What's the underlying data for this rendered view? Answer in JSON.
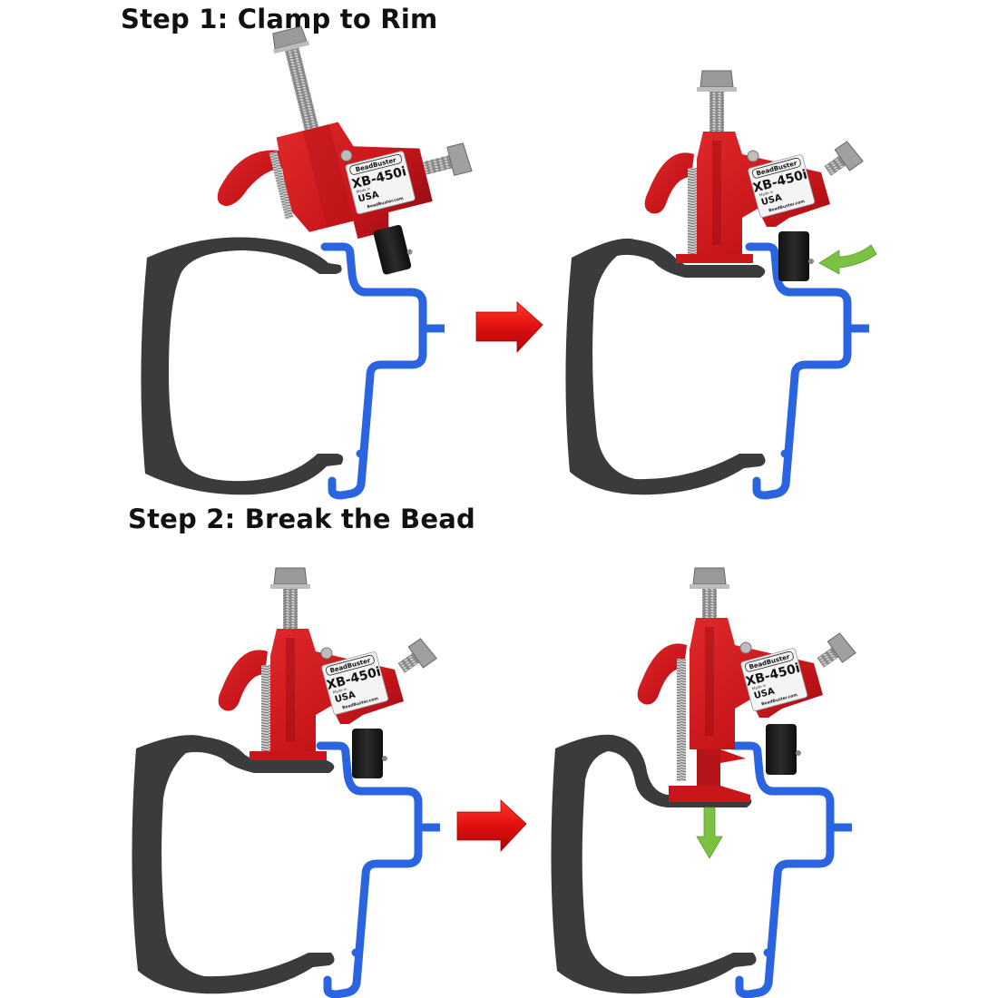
{
  "steps": [
    {
      "title": "Step 1: Clamp to Rim"
    },
    {
      "title": "Step 2: Break the Bead"
    }
  ],
  "tool_label": {
    "brand": "BeadBuster",
    "model": "XB-450i",
    "made_in": "Made In",
    "country": "USA",
    "website": "BeadBuster.com"
  },
  "colors": {
    "tool_red": "#c8161b",
    "rim_blue": "#2a64e0",
    "tire_dark": "#3a3b3c",
    "arrow_red": "#e01010",
    "arrow_green": "#7cc242",
    "bolt_steel": "#a8a8a8"
  },
  "icons": {
    "progress_arrow": "red-right-arrow-icon",
    "clamp_arrow": "green-curved-arrow-icon",
    "push_arrow": "green-down-arrow-icon"
  }
}
